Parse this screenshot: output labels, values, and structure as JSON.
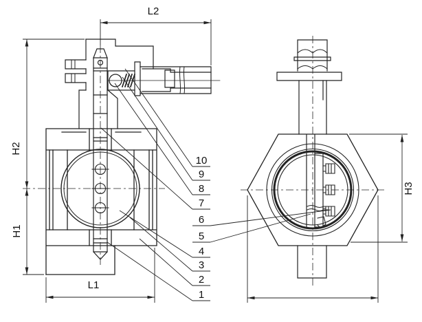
{
  "drawing": {
    "subject": "Butterfly valve two-view engineering drawing",
    "background": "#ffffff",
    "line_color": "#222222"
  },
  "dimensions": {
    "L1": "L1",
    "L2": "L2",
    "H1": "H1",
    "H2": "H2",
    "H3": "H3"
  },
  "parts": [
    "1",
    "2",
    "3",
    "4",
    "5",
    "6",
    "7",
    "8",
    "9",
    "10"
  ]
}
